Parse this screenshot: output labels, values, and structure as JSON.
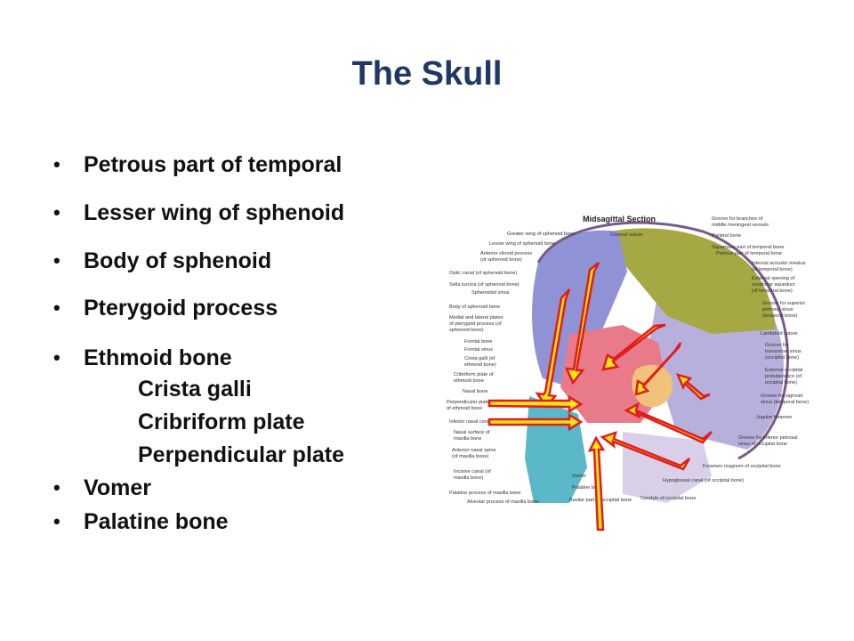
{
  "slide": {
    "title": "The Skull",
    "bullets": [
      "Petrous part of temporal",
      "Lesser wing of sphenoid",
      "Body of sphenoid",
      "Pterygoid process",
      "Ethmoid bone",
      "Vomer",
      "Palatine bone"
    ],
    "ethmoid_subitems": [
      "Crista galli",
      "Cribriform plate",
      "Perpendicular plate"
    ],
    "bullet_glyph": "•"
  },
  "figure": {
    "heading": "Midsagittal Section",
    "left_labels": [
      "Greater wing of sphenoid bone",
      "Lesser wing of sphenoid bone",
      "Anterior clinoid process",
      "(of sphenoid bone)",
      "Optic canal (of sphenoid bone)",
      "Sella turcica (of sphenoid bone)",
      "Sphenoidal sinus",
      "Body of sphenoid bone",
      "Medial and lateral plates",
      "of pterygoid process (of",
      "sphenoid bone)",
      "Frontal bone",
      "Frontal sinus",
      "Crista galli (of",
      "ethmoid bone)",
      "Cribriform plate of",
      "ethmoid bone",
      "Nasal bone",
      "Perpendicular plate",
      "of ethmoid bone",
      "Inferior nasal concha",
      "Nasal surface of",
      "maxilla bone",
      "Anterior nasal spine",
      "(of maxilla bone)",
      "Incisive canal (of",
      "maxilla bone)",
      "Palatine process of maxilla bone",
      "Alveolar process of maxilla bone"
    ],
    "top_labels": [
      "Coronal suture"
    ],
    "right_labels": [
      "Groove for branches of",
      "middle meningeal vessels",
      "Parietal bone",
      "Squamous part of temporal bone",
      "Petrous part of temporal bone",
      "Internal acoustic meatus",
      "(of temporal bone)",
      "External opening of",
      "vestibular aqueduct",
      "(of temporal bone)",
      "Groove for superior",
      "petrosal sinus",
      "(temporal bone)",
      "Lambdoid suture",
      "Groove for",
      "transverse sinus",
      "(occipital bone)",
      "External occipital",
      "protuberance (of",
      "occipital bone)",
      "Groove for sigmoid",
      "sinus (temporal bone)",
      "Jugular foramen",
      "Groove for inferior petrosal",
      "sinus of occipital bone",
      "Foramen magnum of occipital bone",
      "Hypoglossal canal (of occipital bone)"
    ],
    "bottom_labels": [
      "Vomer",
      "Palatine bone",
      "Basilar part of occipital bone",
      "Condyle of occipital bone"
    ],
    "colors": {
      "frontal": "#8f93d6",
      "parietal": "#a6a844",
      "occipital": "#b8b0dc",
      "sphenoid": "#e87a8a",
      "temporal": "#f0c27a",
      "maxilla": "#5ab8c8",
      "arrow_fill": "#f7e51a",
      "arrow_stroke": "#e11c1c",
      "title": "#1f3864"
    }
  }
}
